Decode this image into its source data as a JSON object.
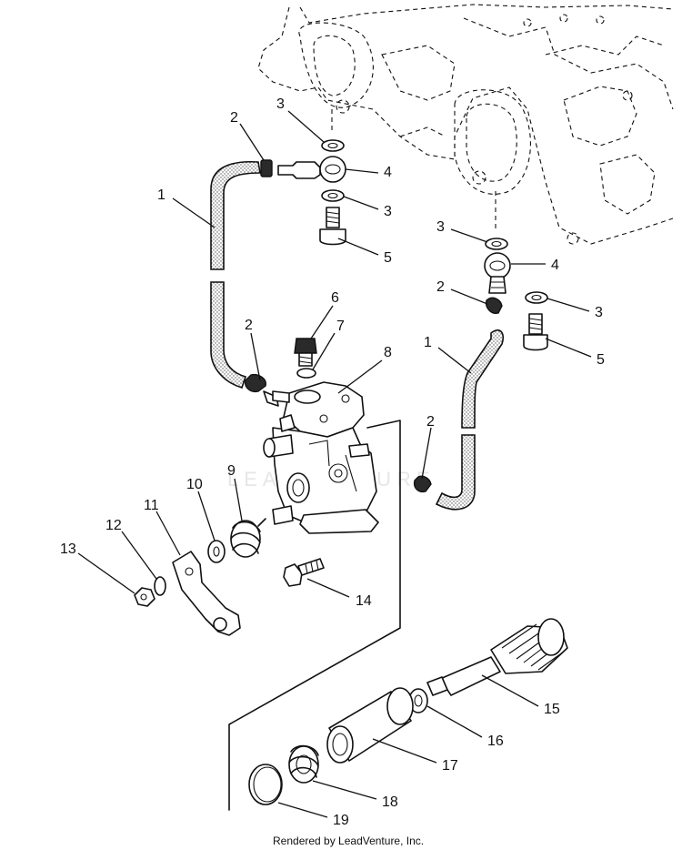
{
  "diagram": {
    "callouts": [
      "1",
      "2",
      "3",
      "4",
      "5",
      "6",
      "7",
      "8",
      "9",
      "10",
      "11",
      "12",
      "13",
      "14",
      "15",
      "16",
      "17",
      "18",
      "19"
    ],
    "watermark": "LEADVENTURE",
    "credit": "Rendered by LeadVenture, Inc."
  }
}
